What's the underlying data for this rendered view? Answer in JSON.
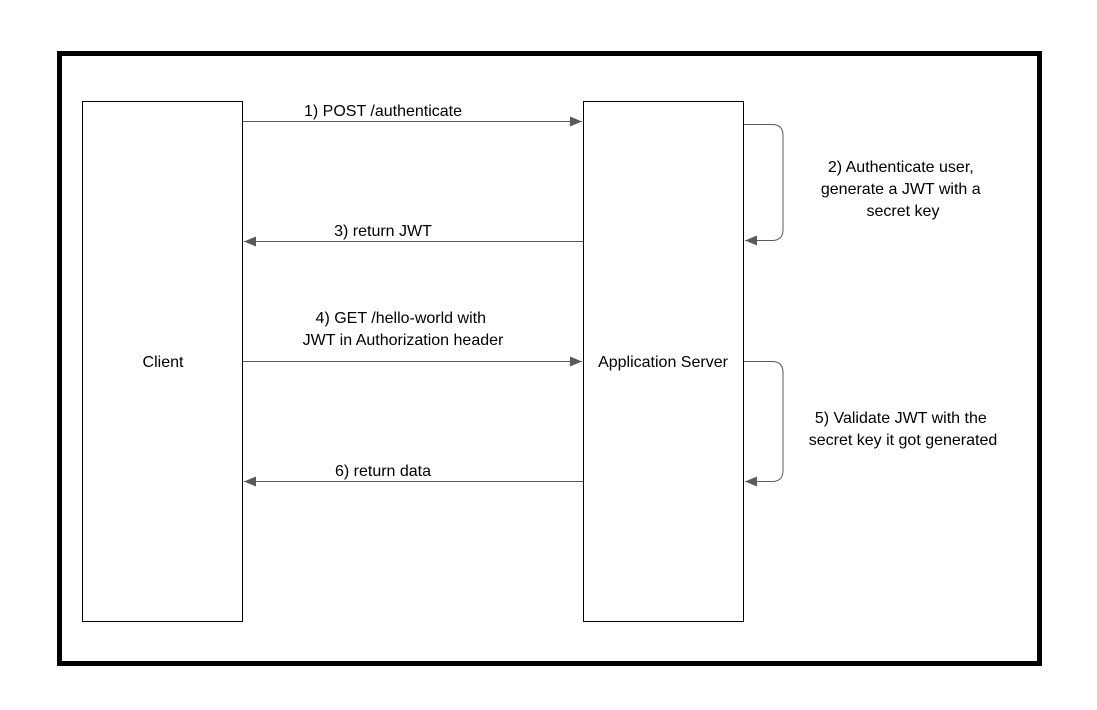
{
  "colors": {
    "background": "#ffffff",
    "stroke": "#000000",
    "arrow": "#5a5a5a"
  },
  "nodes": {
    "client": "Client",
    "server": "Application Server"
  },
  "steps": [
    {
      "lines": [
        "1) POST /authenticate"
      ]
    },
    {
      "lines": [
        "2) Authenticate user,",
        "generate a JWT with a",
        "secret key"
      ]
    },
    {
      "lines": [
        "3) return JWT"
      ]
    },
    {
      "lines": [
        "4) GET /hello-world with",
        "JWT in Authorization header"
      ]
    },
    {
      "lines": [
        "5) Validate JWT with the",
        "secret key it got generated"
      ]
    },
    {
      "lines": [
        "6) return data"
      ]
    }
  ]
}
